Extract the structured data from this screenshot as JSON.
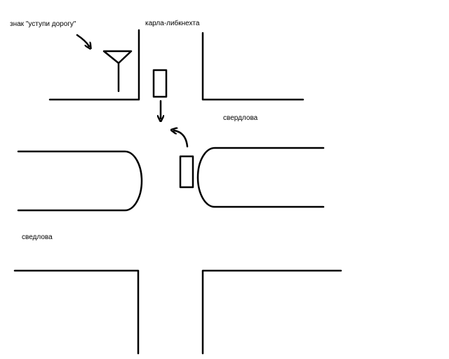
{
  "labels": {
    "sign": "знак \"уступи дорогу\"",
    "street_north": "карла-либкнехта",
    "street_east": "свердлова",
    "street_west": "сведлова"
  },
  "colors": {
    "ink": "#000000",
    "background": "#ffffff"
  },
  "icons": {
    "sign": "yield-sign-icon",
    "car": "car-rectangle-icon",
    "arrow_down": "arrow-down-icon",
    "arrow_turn": "curved-arrow-left-turn-icon"
  }
}
